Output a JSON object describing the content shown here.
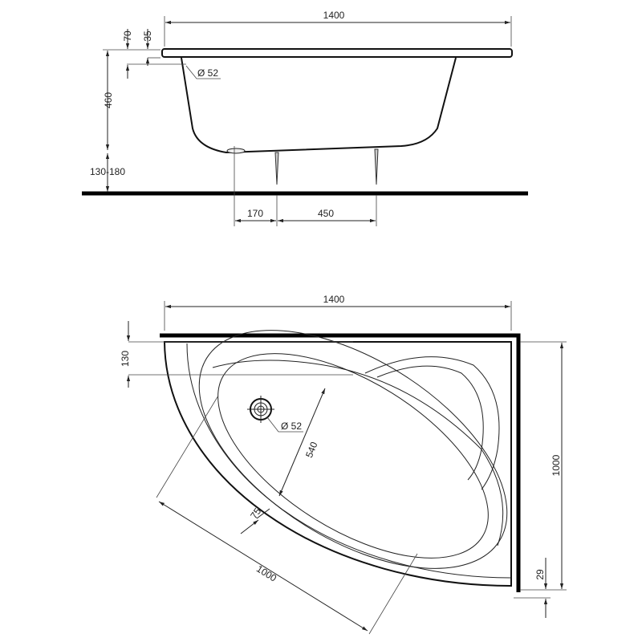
{
  "side_view": {
    "length": "1400",
    "rim_70": "70",
    "rim_35": "35",
    "overflow": "Ø 52",
    "height": "460",
    "legs_height": "130-180",
    "leg_offset": "170",
    "leg_spacing": "450"
  },
  "top_view": {
    "length": "1400",
    "rim_130": "130",
    "width": "1000",
    "rim_29": "29",
    "drain": "Ø 52",
    "basin_width": "540",
    "rim_75": "75",
    "diagonal": "1000"
  },
  "colors": {
    "line": "#222222",
    "wall": "#000000"
  }
}
